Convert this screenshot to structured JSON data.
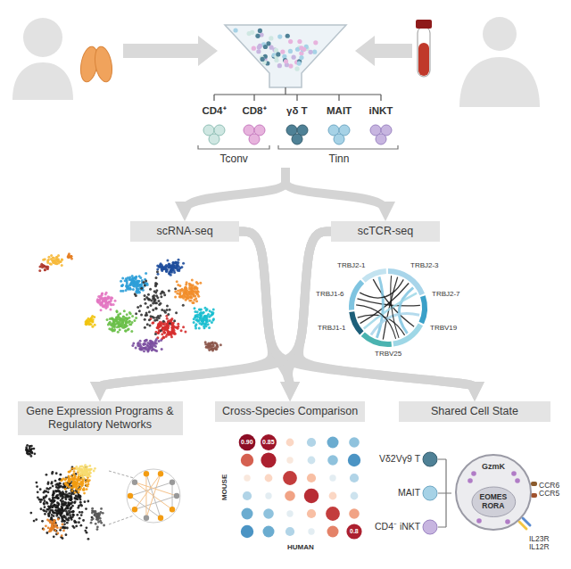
{
  "diagram": {
    "nodes": [
      {
        "text": [
          "scRNA-seq"
        ]
      },
      {
        "text": [
          "scTCR-seq"
        ]
      },
      {
        "text": [
          "Gene Expression Programs & Regulatory Networks"
        ]
      },
      {
        "text": [
          "Cross-Species Comparison"
        ]
      },
      {
        "text": [
          "Shared Cell State"
        ]
      },
      {
        "text": [
          "GzmK"
        ]
      },
      {
        "text": [
          "EOMES RORA"
        ],
        "in": 5
      }
    ],
    "edges": [
      {
        "from": 0,
        "to": 2,
        "arrow": "to"
      },
      {
        "from": 0,
        "to": 3,
        "arrow": "to"
      },
      {
        "from": 0,
        "to": 4,
        "arrow": "to"
      },
      {
        "from": 1,
        "to": 2,
        "arrow": "to"
      },
      {
        "from": 1,
        "to": 3,
        "arrow": "to"
      },
      {
        "from": 1,
        "to": 4,
        "arrow": "to"
      }
    ],
    "labels": [
      "CD4⁺",
      "CD8⁺",
      "γδ T",
      "MAIT",
      "iNKT",
      "Tconv",
      "Tinn",
      "TRBJ2-1",
      "TRBJ2-3",
      "TRBJ1-6",
      "TRBJ2-7",
      "TRBJ1-1",
      "TRBV19",
      "TRBV25",
      "MOUSE",
      "HUMAN",
      "0.90",
      "0.85",
      "0.8",
      "Vδ2Vγ9 T",
      "MAIT",
      "CD4⁻ iNKT",
      "CCR6 CCR5",
      "IL23R IL12R"
    ]
  }
}
